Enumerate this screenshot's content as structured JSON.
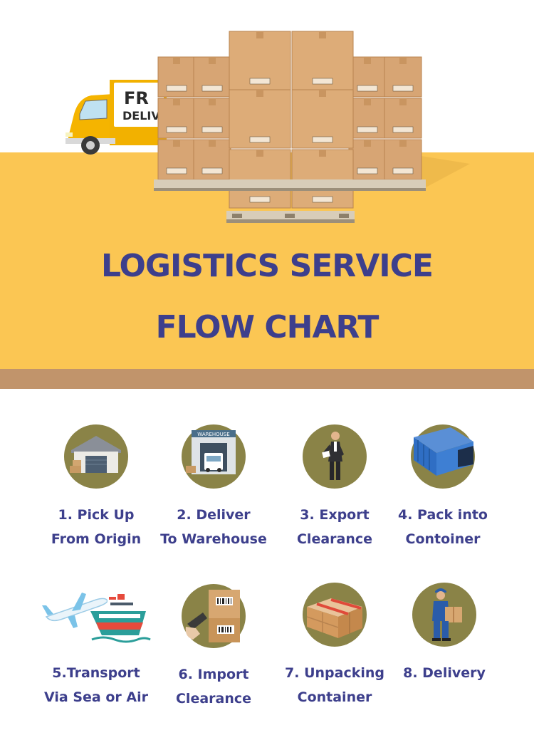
{
  "hero": {
    "title_line1": "LOGISTICS SERVICE",
    "title_line2": "FLOW CHART",
    "truck_sign_line1": "FR",
    "truck_sign_line2": "DELIV",
    "colors": {
      "yellow": "#fbc653",
      "brown": "#c1946b",
      "box": "#d9a873",
      "title": "#3d3f8c"
    }
  },
  "steps": [
    {
      "line1": "1. Pick Up",
      "line2": "From Origin",
      "icon": "warehouse-icon"
    },
    {
      "line1": "2. Deliver",
      "line2": "To Warehouse",
      "icon": "truck-warehouse-icon",
      "sign": "WAREHOUSE"
    },
    {
      "line1": "3. Export",
      "line2": "Clearance",
      "icon": "businessman-icon"
    },
    {
      "line1": "4. Pack into",
      "line2": "Contoiner",
      "icon": "container-icon"
    },
    {
      "line1": "5.Transport",
      "line2": "Via Sea or Air",
      "icon": "plane-ship-icon"
    },
    {
      "line1": "6. Import",
      "line2": "Clearance",
      "icon": "barcode-scanner-icon"
    },
    {
      "line1": "7. Unpacking",
      "line2": "Container",
      "icon": "boxes-icon"
    },
    {
      "line1": "8. Delivery",
      "line2": "",
      "icon": "delivery-man-icon"
    }
  ],
  "icon_circle_color": "#8a8347"
}
